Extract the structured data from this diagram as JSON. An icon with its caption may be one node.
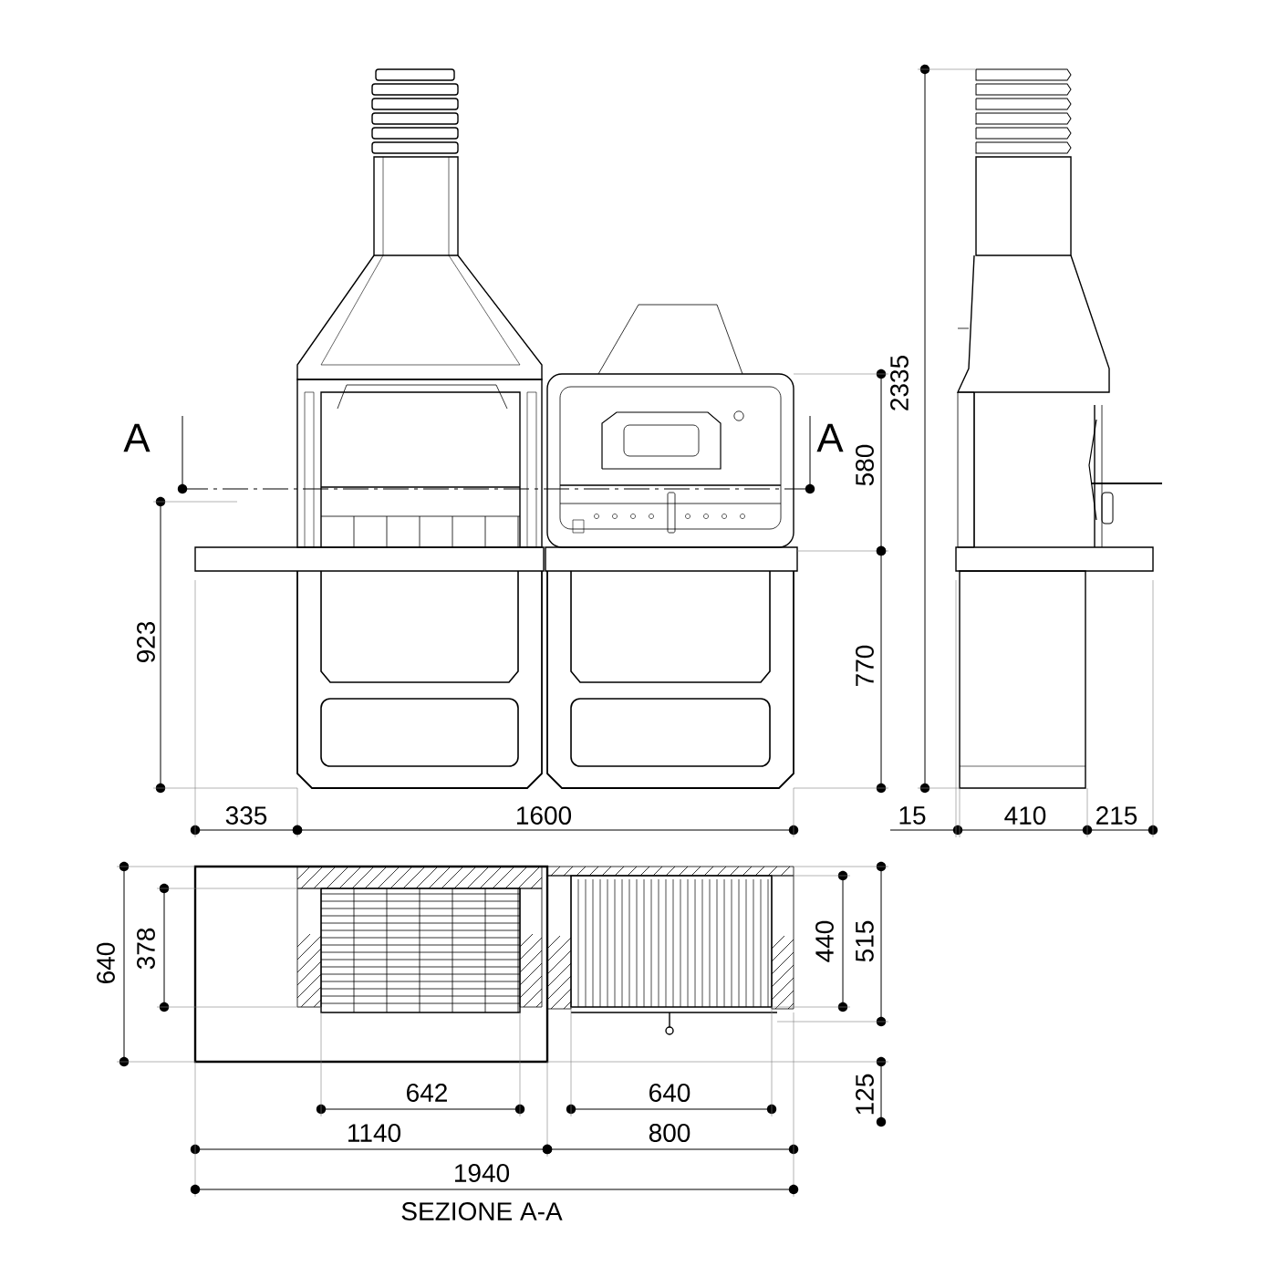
{
  "diagram": {
    "caption": "SEZIONE A-A",
    "labels": [
      "2335",
      "A",
      "A",
      "580",
      "923",
      "770",
      "335",
      "1600",
      "15",
      "410",
      "215",
      "640",
      "378",
      "440",
      "515",
      "642",
      "640",
      "125",
      "1140",
      "800",
      "1940"
    ]
  }
}
